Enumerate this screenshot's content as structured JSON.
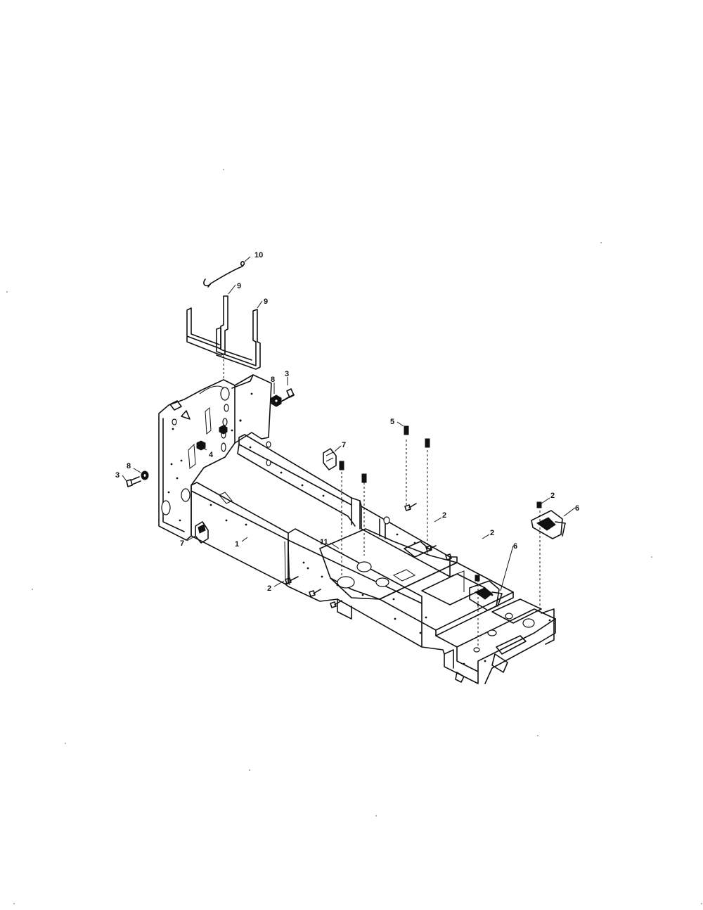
{
  "callouts": {
    "c1": "1",
    "c2a": "2",
    "c2b": "2",
    "c2c": "2",
    "c2d": "2",
    "c3a": "3",
    "c3b": "3",
    "c4": "4",
    "c5": "5",
    "c6a": "6",
    "c6b": "6",
    "c7a": "7",
    "c7b": "7",
    "c8a": "8",
    "c8b": "8",
    "c9a": "9",
    "c9b": "9",
    "c10": "10",
    "c11": "11"
  }
}
